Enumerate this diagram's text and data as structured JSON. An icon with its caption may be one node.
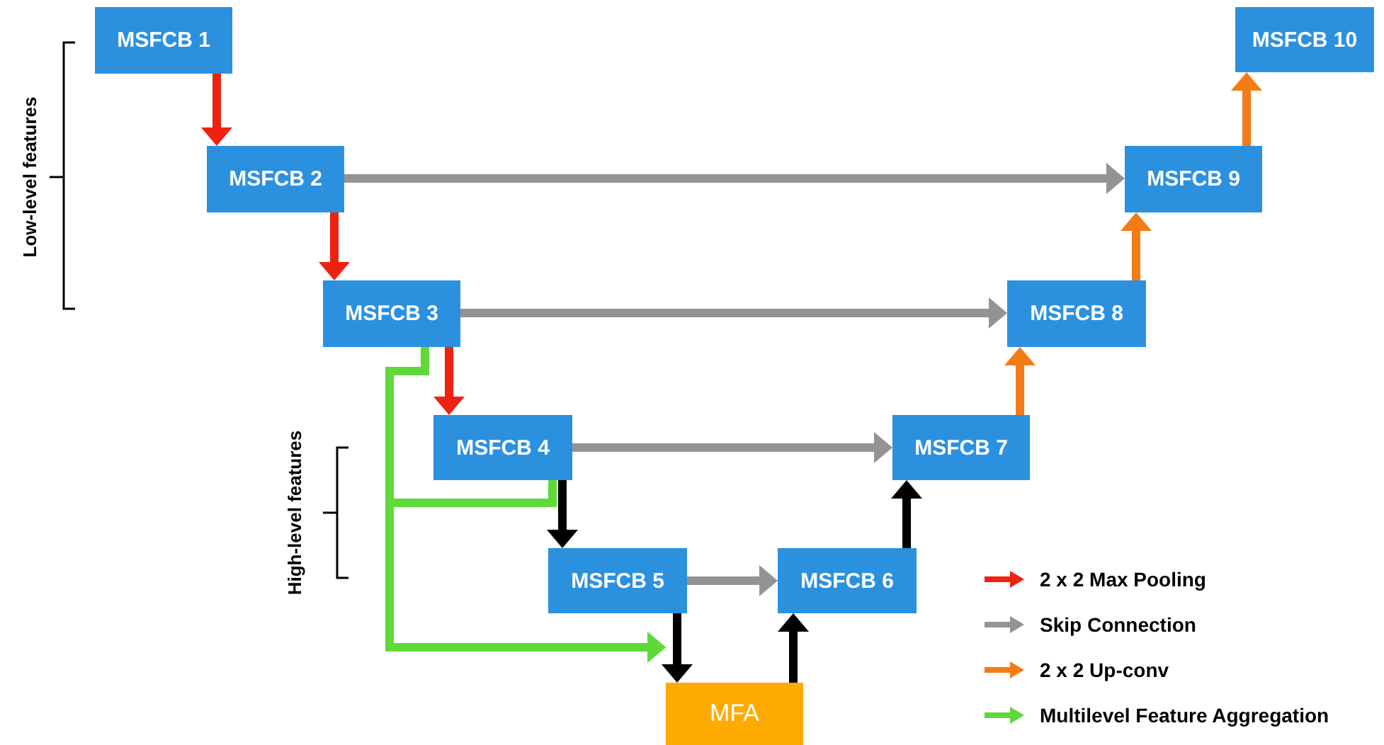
{
  "diagram": {
    "nodes": [
      {
        "text": [
          "MSFCB 1"
        ]
      },
      {
        "text": [
          "MSFCB 2"
        ]
      },
      {
        "text": [
          "MSFCB 3"
        ]
      },
      {
        "text": [
          "MSFCB 4"
        ]
      },
      {
        "text": [
          "MSFCB 5"
        ]
      },
      {
        "text": [
          "MSFCB 6"
        ]
      },
      {
        "text": [
          "MSFCB 7"
        ]
      },
      {
        "text": [
          "MSFCB 8"
        ]
      },
      {
        "text": [
          "MSFCB 9"
        ]
      },
      {
        "text": [
          "MSFCB 10"
        ]
      },
      {
        "text": [
          "MFA"
        ]
      }
    ],
    "edges": [
      {
        "from": 0,
        "to": 1,
        "arrow": "to",
        "color": "#ee2211"
      },
      {
        "from": 1,
        "to": 2,
        "arrow": "to",
        "color": "#ee2211"
      },
      {
        "from": 2,
        "to": 3,
        "arrow": "to",
        "color": "#ee2211"
      },
      {
        "from": 1,
        "to": 8,
        "arrow": "to",
        "color": "#939393"
      },
      {
        "from": 2,
        "to": 7,
        "arrow": "to",
        "color": "#939393"
      },
      {
        "from": 3,
        "to": 6,
        "arrow": "to",
        "color": "#939393"
      },
      {
        "from": 4,
        "to": 5,
        "arrow": "to",
        "color": "#939393"
      },
      {
        "from": 3,
        "to": 4,
        "arrow": "to",
        "color": "#000000"
      },
      {
        "from": 4,
        "to": 10,
        "arrow": "to",
        "color": "#000000"
      },
      {
        "from": 10,
        "to": 5,
        "arrow": "to",
        "color": "#000000"
      },
      {
        "from": 5,
        "to": 6,
        "arrow": "to",
        "color": "#000000"
      },
      {
        "from": 6,
        "to": 7,
        "arrow": "to",
        "color": "#f47b16"
      },
      {
        "from": 7,
        "to": 8,
        "arrow": "to",
        "color": "#f47b16"
      },
      {
        "from": 8,
        "to": 9,
        "arrow": "to",
        "color": "#f47b16"
      },
      {
        "from": 2,
        "to": 10,
        "arrow": "to",
        "color": "#5fd93a"
      },
      {
        "from": 3,
        "to": 10,
        "arrow": "to",
        "color": "#5fd93a"
      }
    ],
    "labels": [
      "Low-level features",
      "High-level features"
    ],
    "legend": [
      {
        "text": "2 x 2 Max Pooling",
        "color": "#ee2211"
      },
      {
        "text": "Skip Connection",
        "color": "#939393"
      },
      {
        "text": "2 x 2 Up-conv",
        "color": "#f47b16"
      },
      {
        "text": "Multilevel Feature Aggregation",
        "color": "#5fd93a"
      }
    ]
  }
}
